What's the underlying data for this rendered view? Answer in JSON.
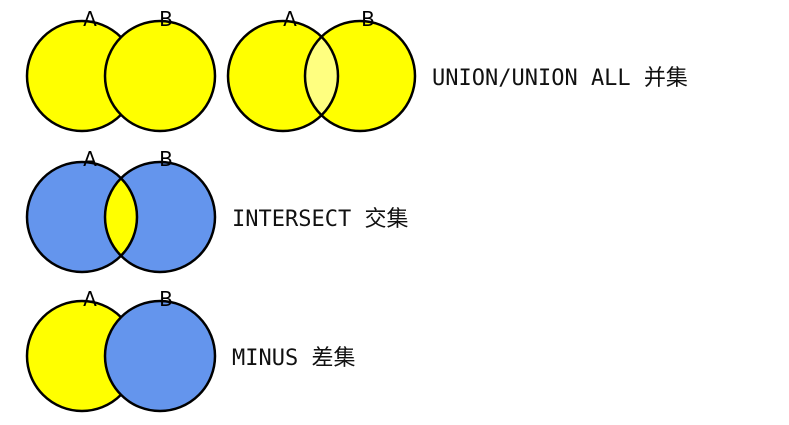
{
  "colors": {
    "yellow": "#ffff00",
    "light_yellow": "#ffff80",
    "blue": "#6495ed",
    "outline": "#000000"
  },
  "rows": [
    {
      "operation": "UNION/UNION ALL 并集",
      "diagrams": [
        {
          "name": "union-separate",
          "left_label": "A",
          "right_label": "B"
        },
        {
          "name": "union-all-overlap",
          "left_label": "A",
          "right_label": "B"
        }
      ]
    },
    {
      "operation": "INTERSECT 交集",
      "diagrams": [
        {
          "name": "intersect",
          "left_label": "A",
          "right_label": "B"
        }
      ]
    },
    {
      "operation": "MINUS 差集",
      "diagrams": [
        {
          "name": "minus",
          "left_label": "A",
          "right_label": "B"
        }
      ]
    }
  ]
}
